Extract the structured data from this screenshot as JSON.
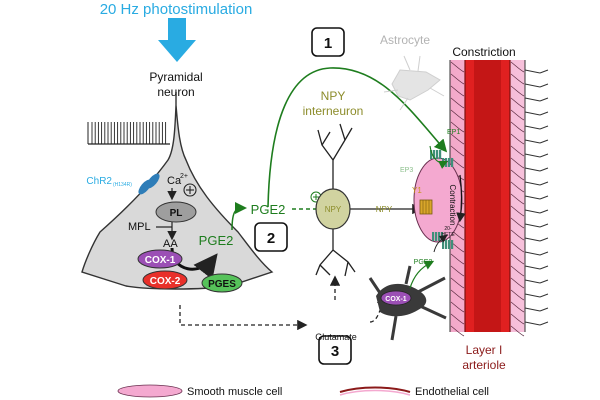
{
  "header": {
    "stimulation": "20 Hz photostimulation"
  },
  "neuron": {
    "title_line1": "Pyramidal",
    "title_line2": "neuron",
    "channel_label": "ChR2",
    "channel_sub": "(H134R)",
    "calcium": "Ca",
    "calcium_sup": "2+",
    "pl": "PL",
    "mpl": "MPL",
    "aa": "AA",
    "pge2_inside": "PGE2",
    "cox1": "COX-1",
    "cox2": "COX-2",
    "pges": "PGES"
  },
  "pathway": {
    "pge2_out": "PGE2",
    "step1": "1",
    "step2": "2",
    "step3": "3",
    "glutamate": "Glutamate",
    "plus": "+"
  },
  "interneuron": {
    "line1": "NPY",
    "line2": "interneuron",
    "soma_label": "NPY",
    "release": "NPY"
  },
  "astrocyte": {
    "title": "Astrocyte",
    "cox1": "COX-1",
    "pge2": "PGE2"
  },
  "vessel": {
    "constriction": "Constriction",
    "ep1": "EP1",
    "ep3": "EP3",
    "y1": "Y1",
    "contraction": "Contraction",
    "hete_top": "20-",
    "hete_bottom": "HETE",
    "layer_line1": "Layer I",
    "layer_line2": "arteriole"
  },
  "legend": {
    "smooth_muscle": "Smooth muscle cell",
    "endothelial": "Endothelial cell"
  },
  "colors": {
    "blue_accent": "#29abe2",
    "green": "#1e7d1e",
    "olive": "#8c8c2a",
    "dark_red": "#8b1a1a",
    "pink": "#f4a9d0",
    "cox1_fill": "#9b4fb5",
    "cox2_fill": "#e8302a",
    "pges_fill": "#56c25a",
    "receptor": "#3f8f7a",
    "y1_fill": "#d9a62a"
  },
  "icons": [
    "arrow-down-icon",
    "plus-icon",
    "ion-channel-icon",
    "receptor-icon",
    "y1-receptor-icon",
    "spike-train-icon"
  ]
}
